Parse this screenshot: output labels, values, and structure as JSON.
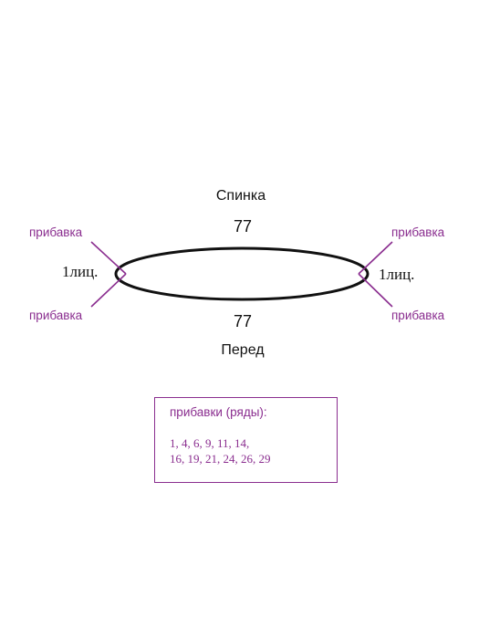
{
  "diagram": {
    "back_label": "Спинка",
    "front_label": "Перед",
    "back_count": "77",
    "front_count": "77",
    "left_stitch": "1лиц.",
    "right_stitch": "1лиц.",
    "increase_label": "прибавка",
    "colors": {
      "accent": "#8a2d8f",
      "text": "#111111",
      "outline": "#111111"
    }
  },
  "legend": {
    "title": "прибавки (ряды):",
    "rows_line1": "1, 4, 6, 9, 11, 14,",
    "rows_line2": "16, 19, 21, 24, 26, 29"
  }
}
